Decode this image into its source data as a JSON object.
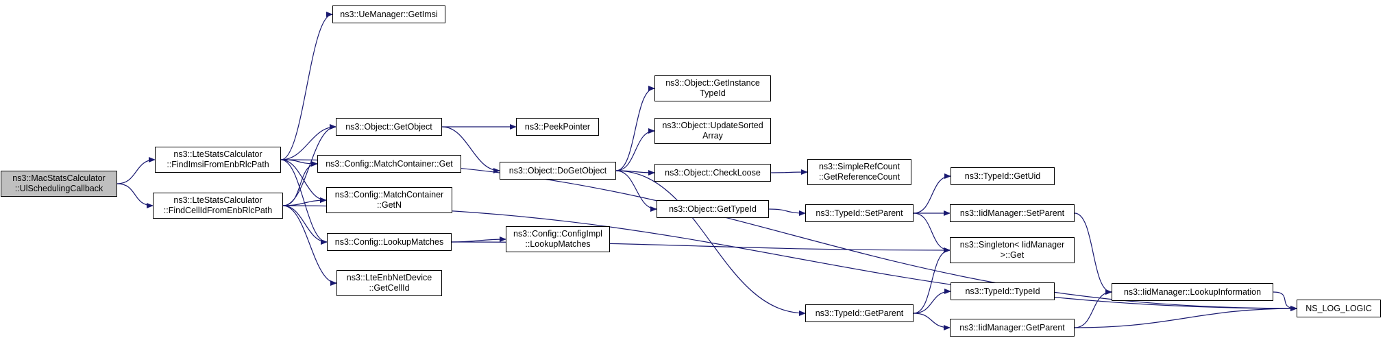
{
  "colors": {
    "edge": "#191970",
    "root_fill": "#bfbfbf",
    "node_fill": "#ffffff",
    "border": "#000000"
  },
  "nodes": {
    "mac": {
      "lines": [
        "ns3::MacStatsCalculator",
        "::UlSchedulingCallback"
      ],
      "root": true
    },
    "findimsi": {
      "lines": [
        "ns3::LteStatsCalculator",
        "::FindImsiFromEnbRlcPath"
      ]
    },
    "findcell": {
      "lines": [
        "ns3::LteStatsCalculator",
        "::FindCellIdFromEnbRlcPath"
      ]
    },
    "uemgr": {
      "lines": [
        "ns3::UeManager::GetImsi"
      ]
    },
    "getobject": {
      "lines": [
        "ns3::Object::GetObject"
      ]
    },
    "mcget": {
      "lines": [
        "ns3::Config::MatchContainer::Get"
      ]
    },
    "mcgetn": {
      "lines": [
        "ns3::Config::MatchContainer",
        "::GetN"
      ]
    },
    "lookup": {
      "lines": [
        "ns3::Config::LookupMatches"
      ]
    },
    "enbcell": {
      "lines": [
        "ns3::LteEnbNetDevice",
        "::GetCellId"
      ]
    },
    "peek": {
      "lines": [
        "ns3::PeekPointer"
      ]
    },
    "dogetobj": {
      "lines": [
        "ns3::Object::DoGetObject"
      ]
    },
    "cfgimpl": {
      "lines": [
        "ns3::Config::ConfigImpl",
        "::LookupMatches"
      ]
    },
    "instance": {
      "lines": [
        "ns3::Object::GetInstance",
        "TypeId"
      ]
    },
    "updsorted": {
      "lines": [
        "ns3::Object::UpdateSorted",
        "Array"
      ]
    },
    "checkloose": {
      "lines": [
        "ns3::Object::CheckLoose"
      ]
    },
    "gettypeid": {
      "lines": [
        "ns3::Object::GetTypeId"
      ]
    },
    "simpleref": {
      "lines": [
        "ns3::SimpleRefCount",
        "::GetReferenceCount"
      ]
    },
    "setparent": {
      "lines": [
        "ns3::TypeId::SetParent"
      ]
    },
    "getparent": {
      "lines": [
        "ns3::TypeId::GetParent"
      ]
    },
    "getuid": {
      "lines": [
        "ns3::TypeId::GetUid"
      ]
    },
    "iidset": {
      "lines": [
        "ns3::IidManager::SetParent"
      ]
    },
    "singleton": {
      "lines": [
        "ns3::Singleton< IidManager",
        ">::Get"
      ]
    },
    "typeid": {
      "lines": [
        "ns3::TypeId::TypeId"
      ]
    },
    "iidgetp": {
      "lines": [
        "ns3::IidManager::GetParent"
      ]
    },
    "lookupinfo": {
      "lines": [
        "ns3::IidManager::LookupInformation"
      ]
    },
    "nslog": {
      "lines": [
        "NS_LOG_LOGIC"
      ]
    }
  },
  "edges": [
    [
      "mac",
      "findimsi"
    ],
    [
      "mac",
      "findcell"
    ],
    [
      "findimsi",
      "uemgr"
    ],
    [
      "findimsi",
      "nslog"
    ],
    [
      "findimsi",
      "getobject"
    ],
    [
      "findimsi",
      "mcget"
    ],
    [
      "findimsi",
      "mcgetn"
    ],
    [
      "findimsi",
      "lookup"
    ],
    [
      "findcell",
      "getobject"
    ],
    [
      "findcell",
      "mcget"
    ],
    [
      "findcell",
      "mcgetn"
    ],
    [
      "findcell",
      "lookup"
    ],
    [
      "findcell",
      "enbcell"
    ],
    [
      "findcell",
      "nslog"
    ],
    [
      "getobject",
      "peek"
    ],
    [
      "getobject",
      "dogetobj"
    ],
    [
      "lookup",
      "cfgimpl"
    ],
    [
      "lookup",
      "singleton"
    ],
    [
      "dogetobj",
      "instance"
    ],
    [
      "dogetobj",
      "updsorted"
    ],
    [
      "dogetobj",
      "checkloose"
    ],
    [
      "dogetobj",
      "gettypeid"
    ],
    [
      "dogetobj",
      "getparent"
    ],
    [
      "checkloose",
      "simpleref"
    ],
    [
      "gettypeid",
      "setparent"
    ],
    [
      "setparent",
      "getuid"
    ],
    [
      "setparent",
      "iidset"
    ],
    [
      "setparent",
      "singleton"
    ],
    [
      "iidset",
      "lookupinfo"
    ],
    [
      "getparent",
      "singleton"
    ],
    [
      "getparent",
      "typeid"
    ],
    [
      "getparent",
      "iidgetp"
    ],
    [
      "iidgetp",
      "lookupinfo"
    ],
    [
      "iidgetp",
      "nslog"
    ],
    [
      "lookupinfo",
      "nslog"
    ]
  ]
}
